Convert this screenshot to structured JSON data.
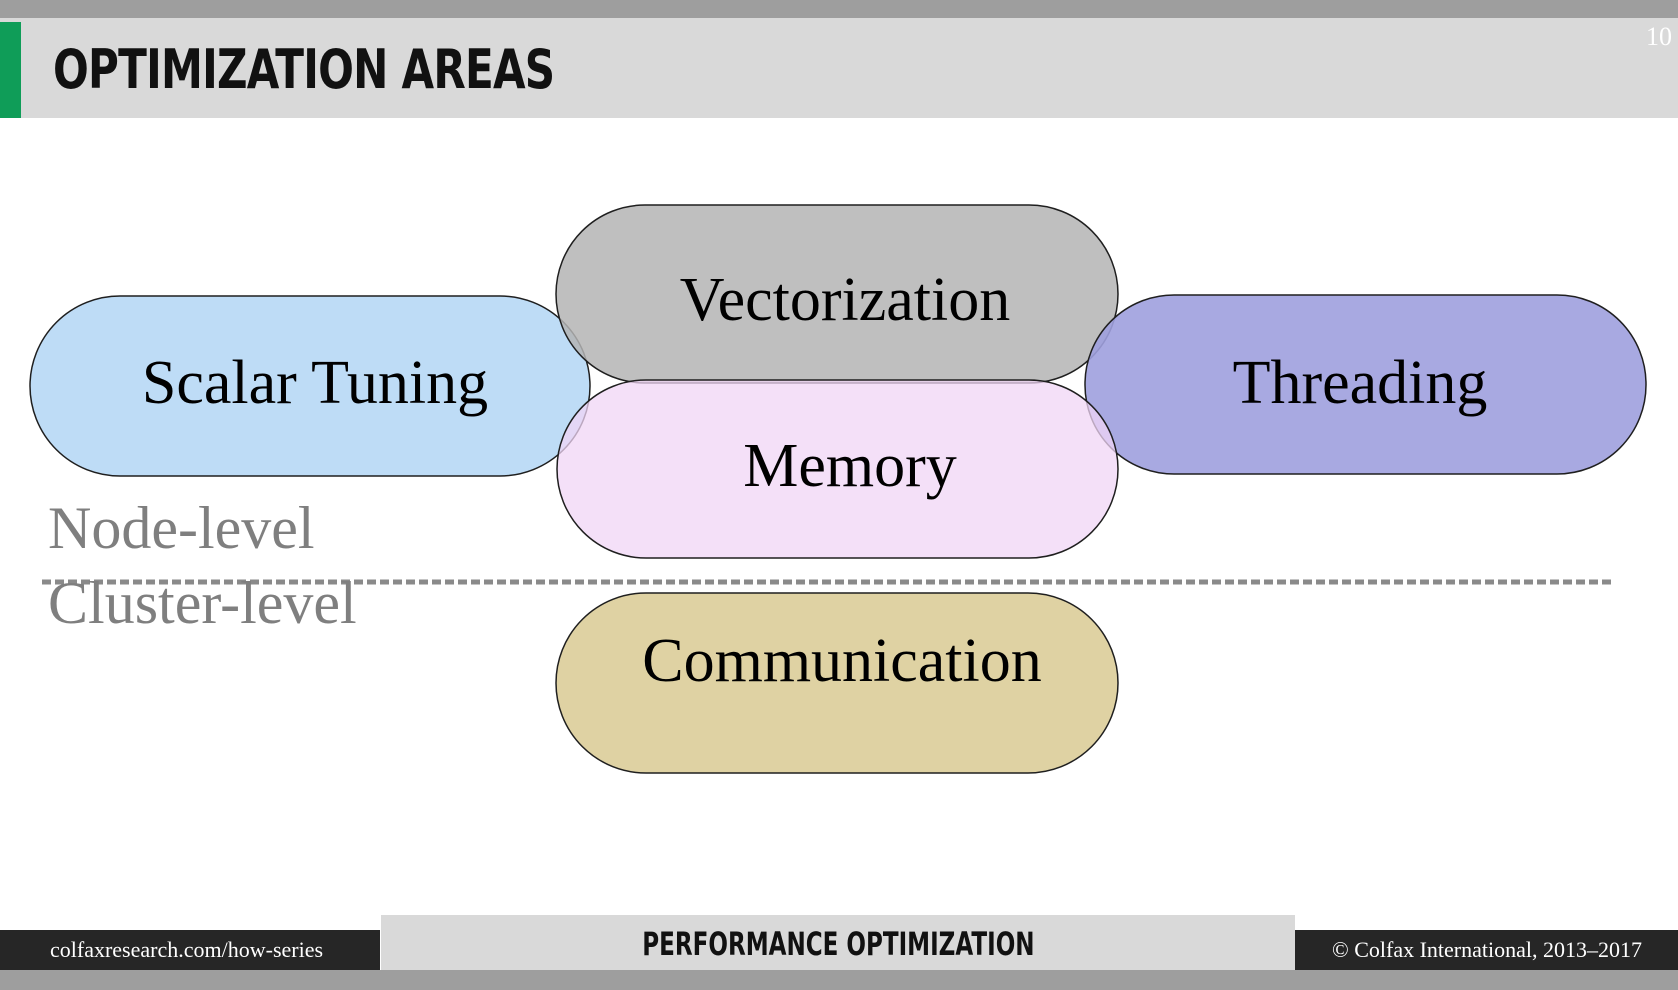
{
  "slide": {
    "title": "OPTIMIZATION AREAS",
    "page_number": "10",
    "accent_color": "#0f9d58"
  },
  "diagram": {
    "areas": {
      "scalar": {
        "label": "Scalar Tuning",
        "color": "#bbdaf5"
      },
      "vectorization": {
        "label": "Vectorization",
        "color": "#b4b4b4"
      },
      "threading": {
        "label": "Threading",
        "color": "#9ea0de"
      },
      "memory": {
        "label": "Memory",
        "color": "#f0d6f6"
      },
      "communication": {
        "label": "Communication",
        "color": "#dfd2a3"
      }
    },
    "levels": {
      "node": "Node-level",
      "cluster": "Cluster-level"
    }
  },
  "footer": {
    "left_text": "colfaxresearch.com/how-series",
    "center_text": "PERFORMANCE OPTIMIZATION",
    "right_text": "© Colfax International, 2013–2017"
  }
}
